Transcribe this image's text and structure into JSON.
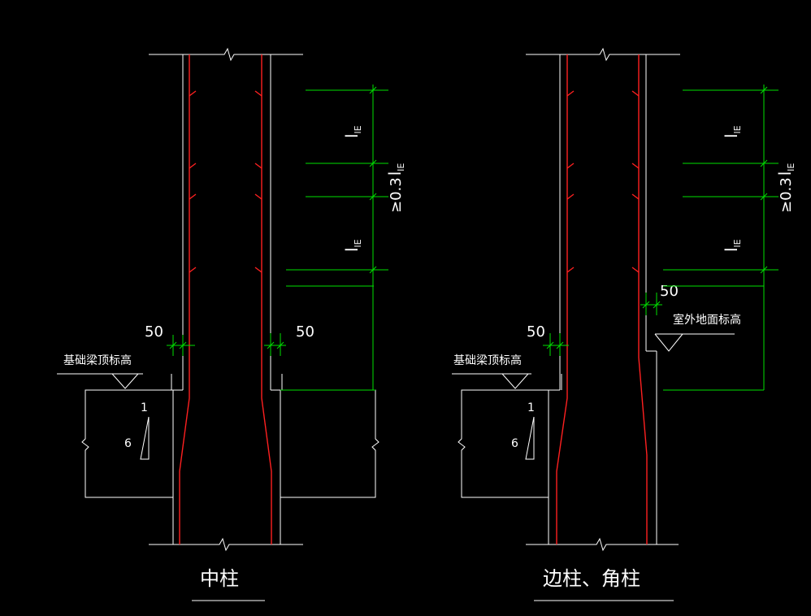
{
  "colors": {
    "background": "#000000",
    "outline": "#ffffff",
    "rebar": "#ff2020",
    "dimension": "#00e000"
  },
  "left_detail": {
    "caption": "中柱",
    "beam_top_label": "基础梁顶标高",
    "cover_left": "50",
    "cover_right": "50",
    "lap_upper": "l",
    "lap_upper_sub": "lE",
    "lap_lower": "l",
    "lap_lower_sub": "lE",
    "stagger_prefix": "≥0.3",
    "stagger_var": "l",
    "stagger_sub": "lE",
    "slope_rise": "1",
    "slope_run": "6"
  },
  "right_detail": {
    "caption": "边柱、角柱",
    "beam_top_label": "基础梁顶标高",
    "outdoor_label": "室外地面标高",
    "cover_left": "50",
    "cover_right": "50",
    "lap_upper": "l",
    "lap_upper_sub": "lE",
    "lap_lower": "l",
    "lap_lower_sub": "lE",
    "stagger_prefix": "≥0.3",
    "stagger_var": "l",
    "stagger_sub": "lE",
    "slope_rise": "1",
    "slope_run": "6"
  }
}
